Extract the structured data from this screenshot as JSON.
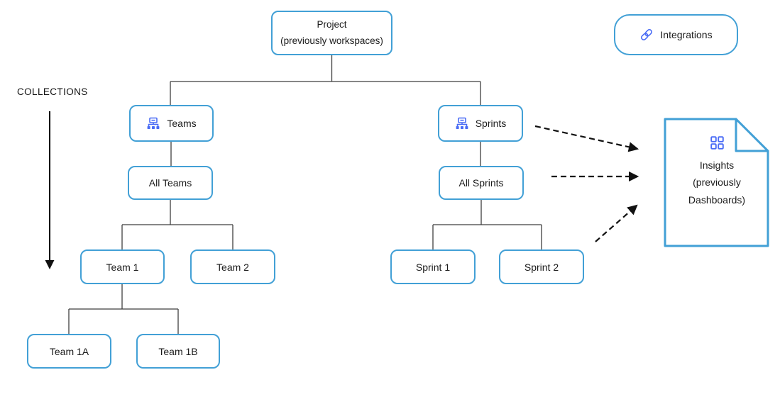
{
  "collections": {
    "label": "COLLECTIONS"
  },
  "nodes": {
    "project": {
      "line1": "Project",
      "line2": "(previously workspaces)"
    },
    "teams": {
      "label": "Teams",
      "icon": "sitemap-icon"
    },
    "sprints": {
      "label": "Sprints",
      "icon": "sitemap-icon"
    },
    "all_teams": {
      "label": "All Teams"
    },
    "all_sprints": {
      "label": "All Sprints"
    },
    "team_1": {
      "label": "Team 1"
    },
    "team_2": {
      "label": "Team 2"
    },
    "team_1a": {
      "label": "Team 1A"
    },
    "team_1b": {
      "label": "Team 1B"
    },
    "sprint_1": {
      "label": "Sprint 1"
    },
    "sprint_2": {
      "label": "Sprint 2"
    }
  },
  "integrations": {
    "label": "Integrations",
    "icon": "link-icon"
  },
  "insights": {
    "lines": [
      "Insights",
      "(previously",
      "Dashboards)"
    ],
    "icon": "grid-icon"
  },
  "colors": {
    "box_border": "#42a0d6",
    "icon_blue": "#4a6cf5",
    "connector": "#3f3f3f",
    "arrow": "#111111"
  }
}
